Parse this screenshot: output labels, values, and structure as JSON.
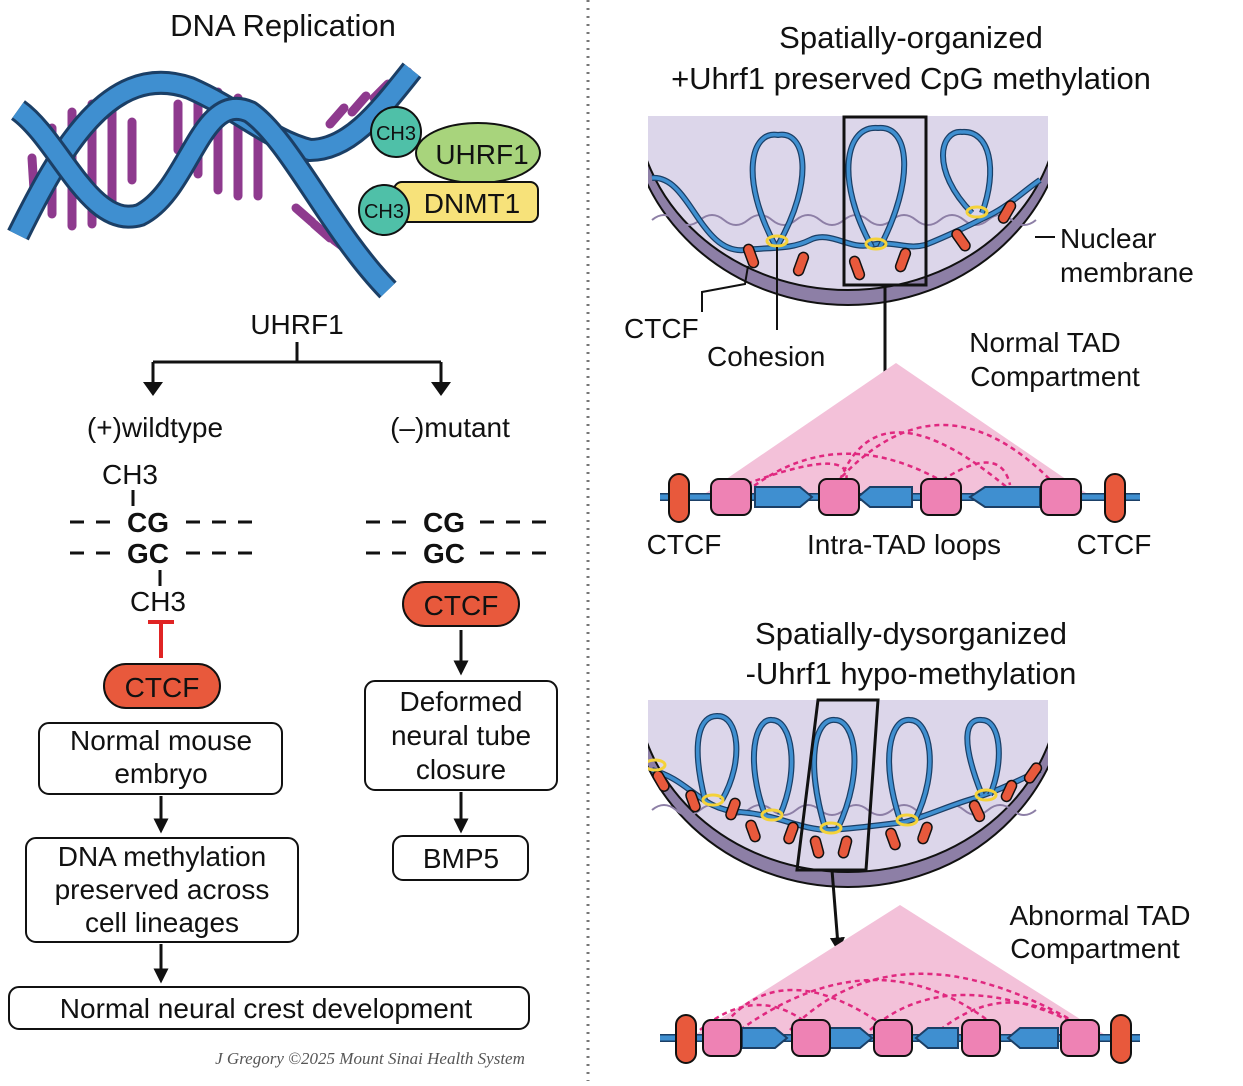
{
  "left": {
    "title": "DNA Replication",
    "ch3": "CH3",
    "uhrf1_label": "UHRF1",
    "dnmt1_label": "DNMT1",
    "branch_label": "UHRF1",
    "wildtype_label": "(+)wildtype",
    "mutant_label": "(–)mutant",
    "wt_top_ch3": "CH3",
    "wt_bottom_ch3": "CH3",
    "cg": "CG",
    "gc": "GC",
    "wt_ctcf": "CTCF",
    "mut_ctcf": "CTCF",
    "wt_box1": [
      "Normal mouse",
      "embryo"
    ],
    "wt_box2": [
      "DNA methylation",
      "preserved across",
      "cell lineages"
    ],
    "wt_box3": "Normal neural crest development",
    "mut_box1": [
      "Deformed",
      "neural tube",
      "closure"
    ],
    "mut_box2": "BMP5",
    "credit": "J Gregory ©2025 Mount Sinai Health System"
  },
  "right": {
    "top_title_1": "Spatially-organized",
    "top_title_2": "+Uhrf1 preserved CpG methylation",
    "nuclear_label_1": "Nuclear",
    "nuclear_label_2": "membrane",
    "ctcf_label": "CTCF",
    "cohesion_label": "Cohesion",
    "normal_tad_1": "Normal TAD",
    "normal_tad_2": "Compartment",
    "tad_left_ctcf": "CTCF",
    "intra_tad": "Intra-TAD loops",
    "tad_right_ctcf": "CTCF",
    "bottom_title_1": "Spatially-dysorganized",
    "bottom_title_2": "-Uhrf1 hypo-methylation",
    "abnormal_tad_1": "Abnormal TAD",
    "abnormal_tad_2": "Compartment"
  },
  "colors": {
    "dna_blue": "#3f8fd0",
    "rung_purple": "#8e3a8e",
    "ch3_teal": "#4fc0a8",
    "uhrf1_green": "#a8d47c",
    "dnmt1_yellow": "#f7e27a",
    "ctcf_red": "#e8593c",
    "nucleus_lavender": "#dcd6ea",
    "membrane_purple": "#8d7fa6",
    "tad_pink": "#f3c1d9",
    "loop_magenta": "#e0287f",
    "cohesin_yellow": "#f4d23a"
  }
}
